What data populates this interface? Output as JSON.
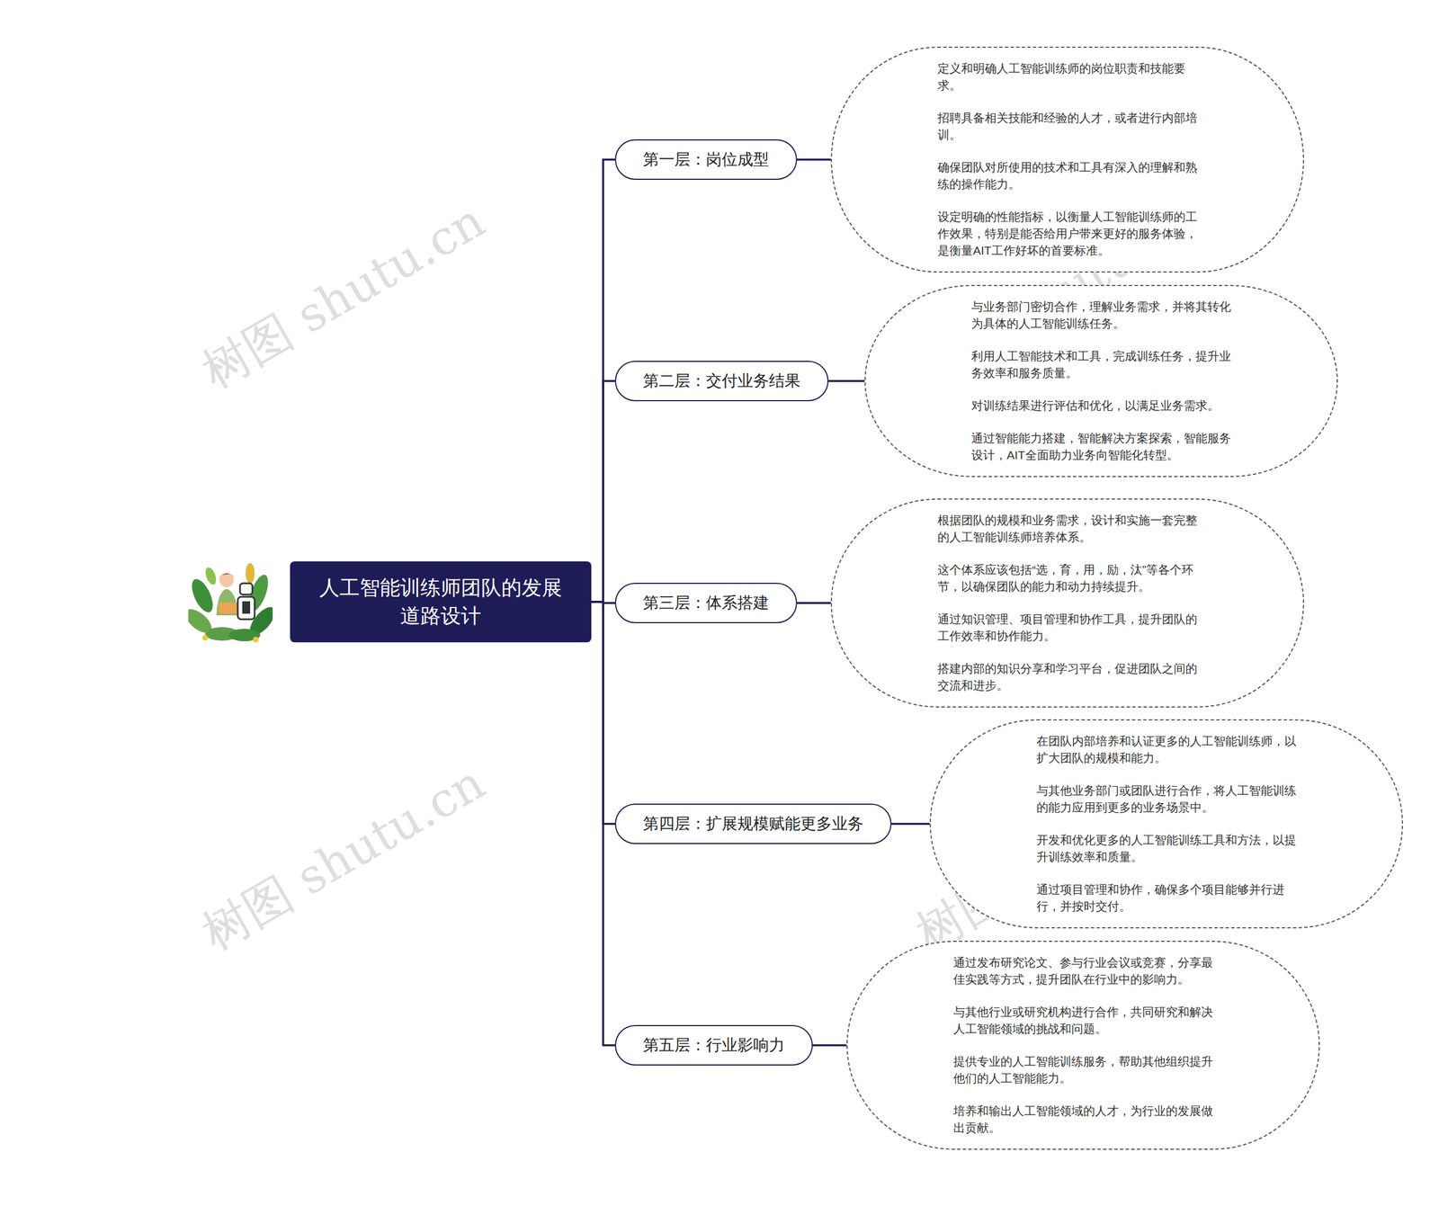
{
  "diagram": {
    "nodes": [
      {
        "text": [
          "人工智能训练师团队的发展道路设计"
        ]
      },
      {
        "text": [
          "第一层：岗位成型"
        ]
      },
      {
        "text": [
          "第二层：交付业务结果"
        ]
      },
      {
        "text": [
          "第三层：体系搭建"
        ]
      },
      {
        "text": [
          "第四层：扩展规模赋能更多业务"
        ]
      },
      {
        "text": [
          "第五层：行业影响力"
        ]
      },
      {
        "text": [
          "定义和明确人工智能训练师的岗位职责和技能要求。",
          "招聘具备相关技能和经验的人才，或者进行内部培训。",
          "确保团队对所使用的技术和工具有深入的理解和熟练的操作能力。",
          "设定明确的性能指标，以衡量人工智能训练师的工作效果，特别是能否给用户带来更好的服务体验，是衡量AIT工作好坏的首要标准。"
        ]
      },
      {
        "text": [
          "与业务部门密切合作，理解业务需求，并将其转化为具体的人工智能训练任务。",
          "利用人工智能技术和工具，完成训练任务，提升业务效率和服务质量。",
          "对训练结果进行评估和优化，以满足业务需求。",
          "通过智能能力搭建，智能解决方案探索，智能服务设计，AIT全面助力业务向智能化转型。"
        ]
      },
      {
        "text": [
          "根据团队的规模和业务需求，设计和实施一套完整的人工智能训练师培养体系。",
          "这个体系应该包括“选，育，用，励，汰”等各个环节，以确保团队的能力和动力持续提升。",
          "通过知识管理、项目管理和协作工具，提升团队的工作效率和协作能力。",
          "搭建内部的知识分享和学习平台，促进团队之间的交流和进步。"
        ]
      },
      {
        "text": [
          "在团队内部培养和认证更多的人工智能训练师，以扩大团队的规模和能力。",
          "与其他业务部门或团队进行合作，将人工智能训练的能力应用到更多的业务场景中。",
          "开发和优化更多的人工智能训练工具和方法，以提升训练效率和质量。",
          "通过项目管理和协作，确保多个项目能够并行进行，并按时交付。"
        ]
      },
      {
        "text": [
          "通过发布研究论文、参与行业会议或竞赛，分享最佳实践等方式，提升团队在行业中的影响力。",
          "与其他行业或研究机构进行合作，共同研究和解决人工智能领域的挑战和问题。",
          "提供专业的人工智能训练服务，帮助其他组织提升他们的人工智能能力。",
          "培养和输出人工智能领域的人才，为行业的发展做出贡献。"
        ]
      }
    ],
    "edges": [
      {
        "from": 0,
        "to": 1,
        "arrow": "none"
      },
      {
        "from": 0,
        "to": 2,
        "arrow": "none"
      },
      {
        "from": 0,
        "to": 3,
        "arrow": "none"
      },
      {
        "from": 0,
        "to": 4,
        "arrow": "none"
      },
      {
        "from": 0,
        "to": 5,
        "arrow": "none"
      },
      {
        "from": 1,
        "to": 6,
        "arrow": "none"
      },
      {
        "from": 2,
        "to": 7,
        "arrow": "none"
      },
      {
        "from": 3,
        "to": 8,
        "arrow": "none"
      },
      {
        "from": 4,
        "to": 9,
        "arrow": "none"
      },
      {
        "from": 5,
        "to": 10,
        "arrow": "none"
      }
    ],
    "labels": [
      "树图 shutu.cn",
      "树图 shutu.cn",
      "树图 shutu.cn",
      "树图 shutu.cn"
    ]
  }
}
